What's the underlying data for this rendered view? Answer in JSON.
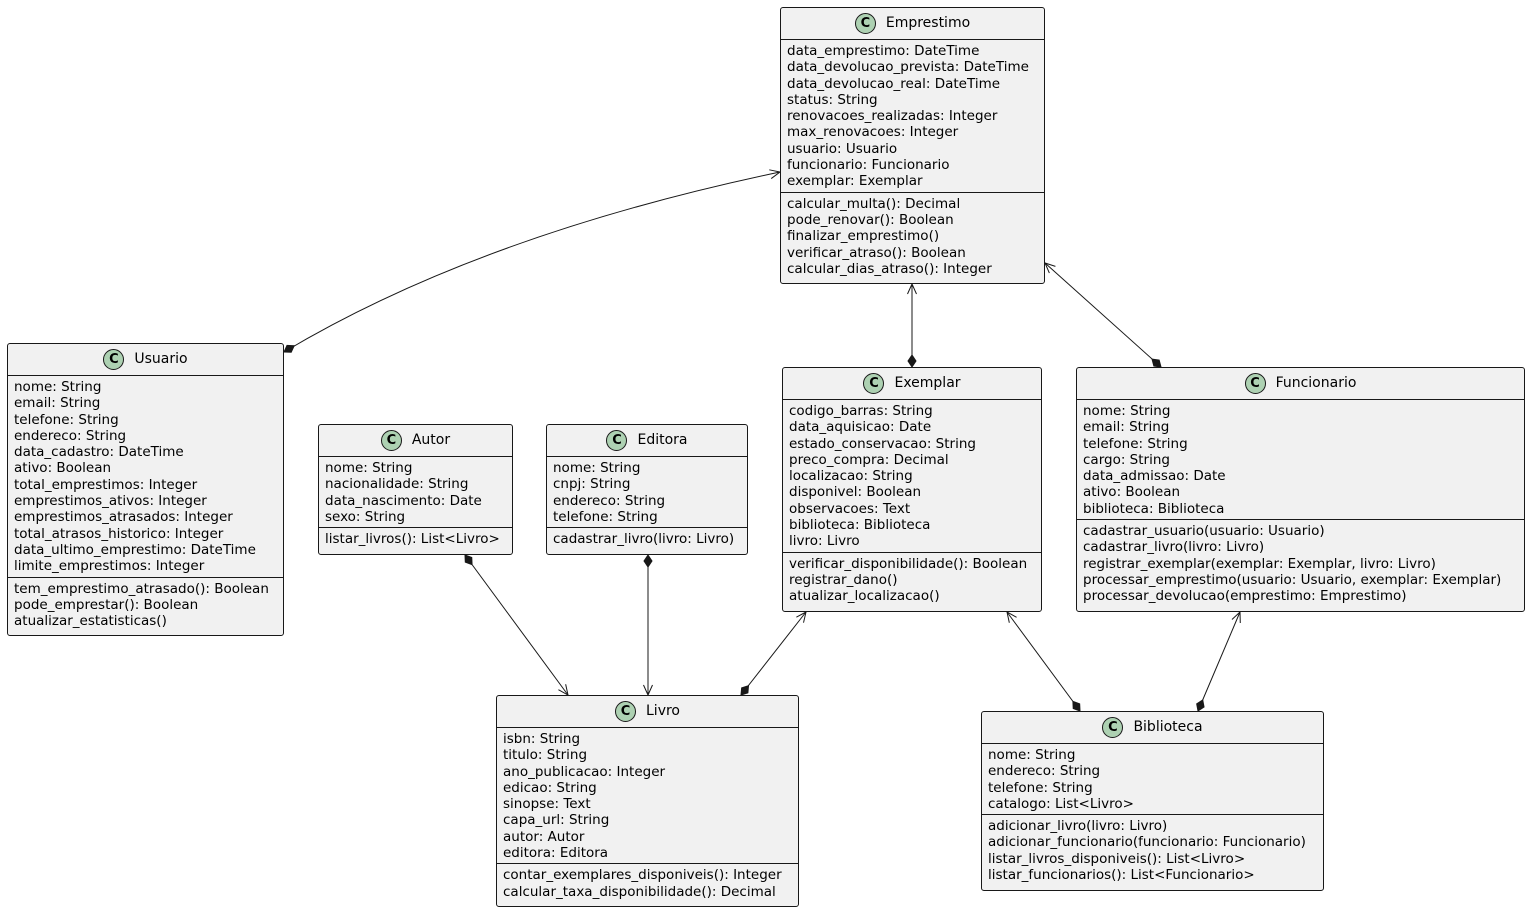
{
  "classes": {
    "emprestimo": {
      "name": "Emprestimo",
      "stereotype": "C",
      "attributes": [
        "data_emprestimo: DateTime",
        "data_devolucao_prevista: DateTime",
        "data_devolucao_real: DateTime",
        "status: String",
        "renovacoes_realizadas: Integer",
        "max_renovacoes: Integer",
        "usuario: Usuario",
        "funcionario: Funcionario",
        "exemplar: Exemplar"
      ],
      "methods": [
        "calcular_multa(): Decimal",
        "pode_renovar(): Boolean",
        "finalizar_emprestimo()",
        "verificar_atraso(): Boolean",
        "calcular_dias_atraso(): Integer"
      ]
    },
    "usuario": {
      "name": "Usuario",
      "stereotype": "C",
      "attributes": [
        "nome: String",
        "email: String",
        "telefone: String",
        "endereco: String",
        "data_cadastro: DateTime",
        "ativo: Boolean",
        "total_emprestimos: Integer",
        "emprestimos_ativos: Integer",
        "emprestimos_atrasados: Integer",
        "total_atrasos_historico: Integer",
        "data_ultimo_emprestimo: DateTime",
        "limite_emprestimos: Integer"
      ],
      "methods": [
        "tem_emprestimo_atrasado(): Boolean",
        "pode_emprestar(): Boolean",
        "atualizar_estatisticas()"
      ]
    },
    "autor": {
      "name": "Autor",
      "stereotype": "C",
      "attributes": [
        "nome: String",
        "nacionalidade: String",
        "data_nascimento: Date",
        "sexo: String"
      ],
      "methods": [
        "listar_livros(): List<Livro>"
      ]
    },
    "editora": {
      "name": "Editora",
      "stereotype": "C",
      "attributes": [
        "nome: String",
        "cnpj: String",
        "endereco: String",
        "telefone: String"
      ],
      "methods": [
        "cadastrar_livro(livro: Livro)"
      ]
    },
    "exemplar": {
      "name": "Exemplar",
      "stereotype": "C",
      "attributes": [
        "codigo_barras: String",
        "data_aquisicao: Date",
        "estado_conservacao: String",
        "preco_compra: Decimal",
        "localizacao: String",
        "disponivel: Boolean",
        "observacoes: Text",
        "biblioteca: Biblioteca",
        "livro: Livro"
      ],
      "methods": [
        "verificar_disponibilidade(): Boolean",
        "registrar_dano()",
        "atualizar_localizacao()"
      ]
    },
    "funcionario": {
      "name": "Funcionario",
      "stereotype": "C",
      "attributes": [
        "nome: String",
        "email: String",
        "telefone: String",
        "cargo: String",
        "data_admissao: Date",
        "ativo: Boolean",
        "biblioteca: Biblioteca"
      ],
      "methods": [
        "cadastrar_usuario(usuario: Usuario)",
        "cadastrar_livro(livro: Livro)",
        "registrar_exemplar(exemplar: Exemplar, livro: Livro)",
        "processar_emprestimo(usuario: Usuario, exemplar: Exemplar)",
        "processar_devolucao(emprestimo: Emprestimo)"
      ]
    },
    "livro": {
      "name": "Livro",
      "stereotype": "C",
      "attributes": [
        "isbn: String",
        "titulo: String",
        "ano_publicacao: Integer",
        "edicao: String",
        "sinopse: Text",
        "capa_url: String",
        "autor: Autor",
        "editora: Editora"
      ],
      "methods": [
        "contar_exemplares_disponiveis(): Integer",
        "calcular_taxa_disponibilidade(): Decimal"
      ]
    },
    "biblioteca": {
      "name": "Biblioteca",
      "stereotype": "C",
      "attributes": [
        "nome: String",
        "endereco: String",
        "telefone: String",
        "catalogo: List<Livro>"
      ],
      "methods": [
        "adicionar_livro(livro: Livro)",
        "adicionar_funcionario(funcionario: Funcionario)",
        "listar_livros_disponiveis(): List<Livro>",
        "listar_funcionarios(): List<Funcionario>"
      ]
    }
  },
  "relations": [
    {
      "from": "usuario",
      "to": "emprestimo",
      "from_end": "diamond",
      "to_end": "arrow"
    },
    {
      "from": "exemplar",
      "to": "emprestimo",
      "from_end": "diamond",
      "to_end": "arrow"
    },
    {
      "from": "funcionario",
      "to": "emprestimo",
      "from_end": "diamond",
      "to_end": "arrow"
    },
    {
      "from": "autor",
      "to": "livro",
      "from_end": "diamond",
      "to_end": "arrow"
    },
    {
      "from": "editora",
      "to": "livro",
      "from_end": "diamond",
      "to_end": "arrow"
    },
    {
      "from": "livro",
      "to": "exemplar",
      "from_end": "diamond",
      "to_end": "arrow"
    },
    {
      "from": "biblioteca",
      "to": "exemplar",
      "from_end": "diamond",
      "to_end": "arrow"
    },
    {
      "from": "biblioteca",
      "to": "funcionario",
      "from_end": "diamond",
      "to_end": "arrow"
    }
  ],
  "colors": {
    "box_fill": "#f1f1f1",
    "border": "#181818",
    "stereotype_circle": "#add1b2"
  }
}
